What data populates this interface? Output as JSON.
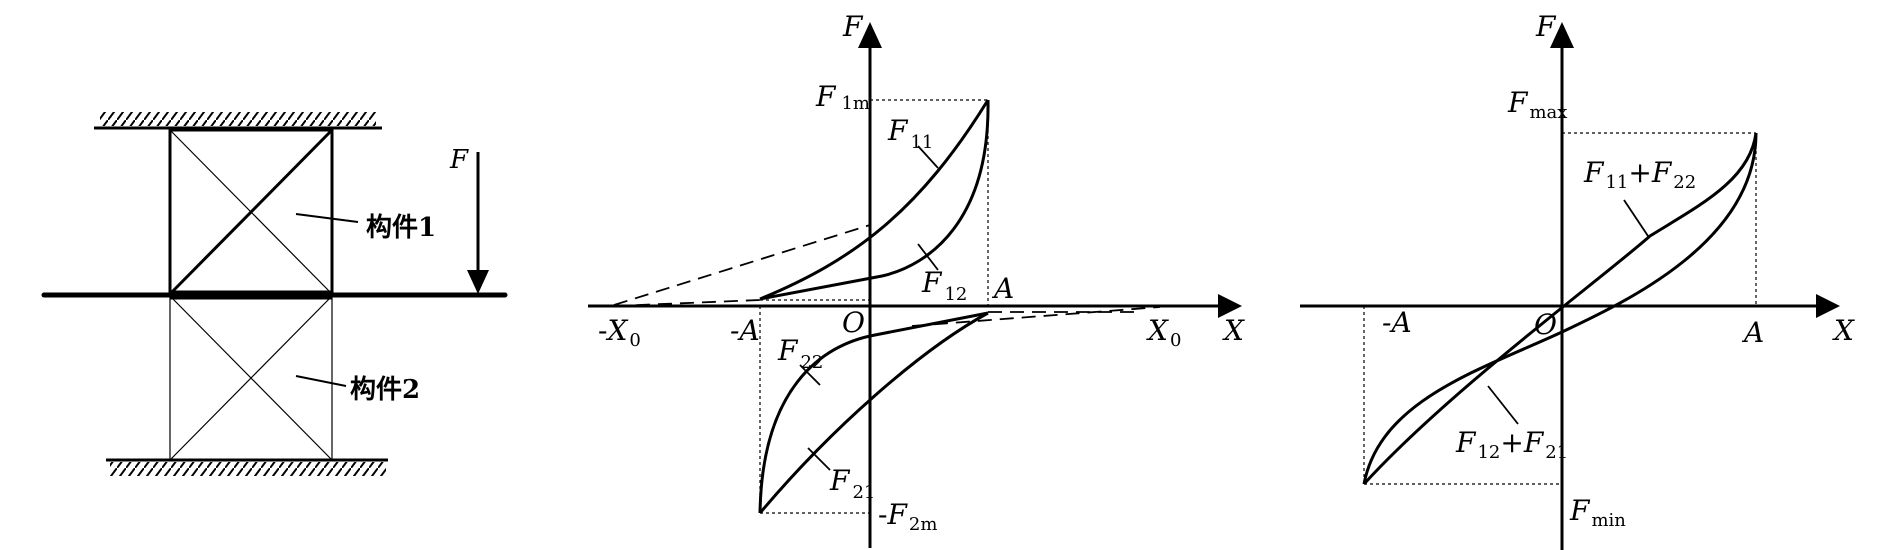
{
  "panel1": {
    "force": "F",
    "member1": "构件1",
    "member2": "构件2"
  },
  "panel2": {
    "y_axis": "F",
    "x_axis": "X",
    "origin": "O",
    "F1m_main": "F",
    "F1m_sub": "1m",
    "F11_main": "F",
    "F11_sub": "11",
    "F12_main": "F",
    "F12_sub": "12",
    "F22_main": "F",
    "F22_sub": "22",
    "F21_main": "F",
    "F21_sub": "21",
    "A_pos": "A",
    "A_neg": "-A",
    "X0_neg_pre": "-",
    "X0_neg_main": "X",
    "X0_neg_sub": "0",
    "X0_pos_main": "X",
    "X0_pos_sub": "0",
    "F2m_pre": "-",
    "F2m_main": "F",
    "F2m_sub": "2m"
  },
  "panel3": {
    "y_axis": "F",
    "x_axis": "X",
    "origin": "O",
    "A_pos": "A",
    "A_neg": "-A",
    "Fmax_main": "F",
    "Fmax_sub": "max",
    "Fmin_main": "F",
    "Fmin_sub": "min",
    "sum1_a": "F",
    "sum1_a_sub": "11",
    "sum1_plus": "+",
    "sum1_b": "F",
    "sum1_b_sub": "22",
    "sum2_a": "F",
    "sum2_a_sub": "12",
    "sum2_plus": "+",
    "sum2_b": "F",
    "sum2_b_sub": "21"
  }
}
